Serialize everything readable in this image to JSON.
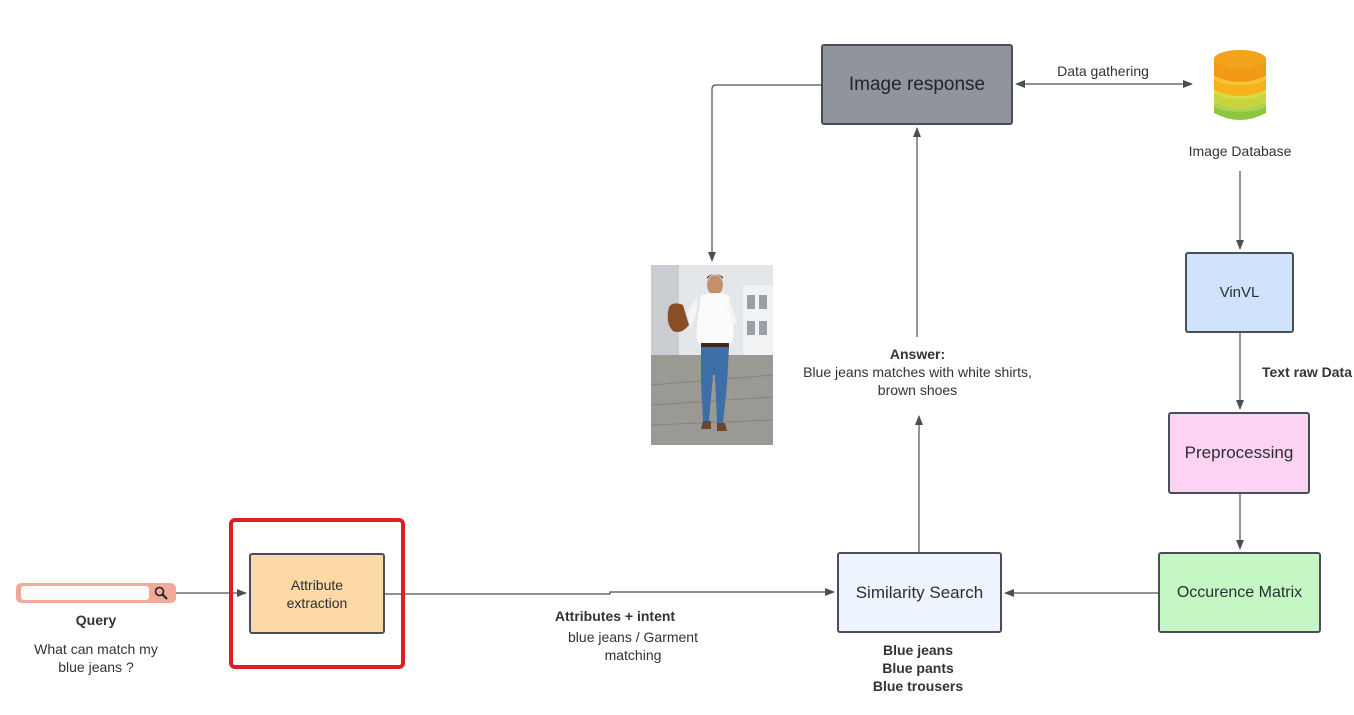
{
  "nodes": {
    "image_response": "Image response",
    "image_database": "Image Database",
    "vinvl": "VinVL",
    "preprocessing": "Preprocessing",
    "occurence_matrix": "Occurence Matrix",
    "similarity_search": "Similarity Search",
    "attribute_extraction_line1": "Attribute",
    "attribute_extraction_line2": "extraction"
  },
  "edges": {
    "data_gathering": "Data gathering",
    "text_raw_data": "Text raw Data",
    "attributes_intent_title": "Attributes + intent",
    "attributes_intent_line1": "blue jeans / Garment",
    "attributes_intent_line2": "matching"
  },
  "answer": {
    "title": "Answer:",
    "line1": "Blue jeans matches with white shirts,",
    "line2": "brown shoes"
  },
  "similar_terms": [
    "Blue jeans",
    "Blue pants",
    "Blue trousers"
  ],
  "query": {
    "label": "Query",
    "line1": "What can match my",
    "line2": "blue jeans ?"
  },
  "icons": {
    "database": "database-icon",
    "search": "search-icon",
    "photo": "man-in-blue-jeans-photo"
  },
  "colors": {
    "image_response": "#8f949d",
    "vinvl": "#cfe3fd",
    "preprocessing": "#fdd3f4",
    "occurence_matrix": "#c5f7c5",
    "similarity_search": "#edf4fe",
    "attribute_extraction": "#fdd9a6",
    "highlight": "#dc1f1f",
    "search_bar": "#f1a99a"
  }
}
